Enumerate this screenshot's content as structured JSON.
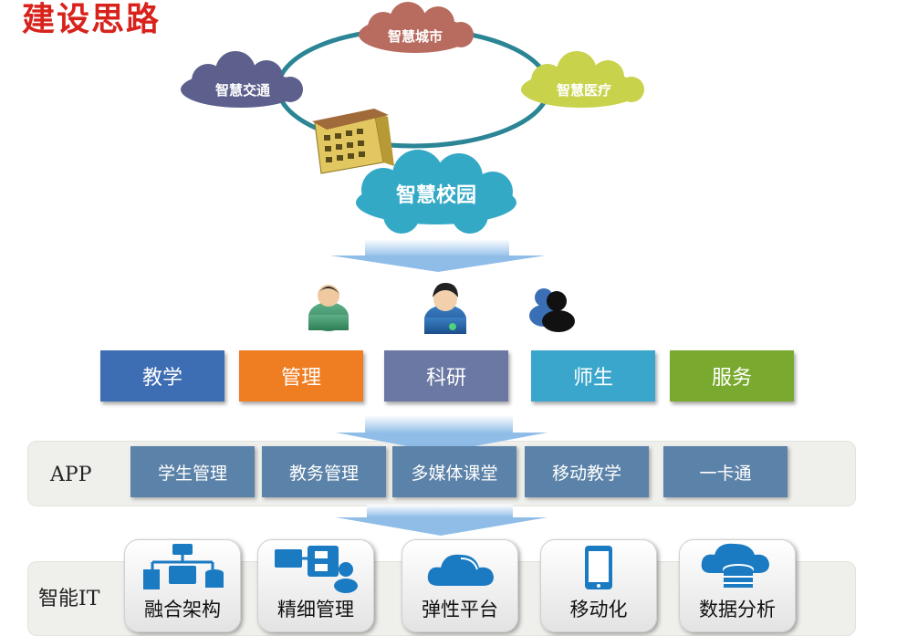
{
  "title": "建设思路",
  "clouds": {
    "city": "智慧城市",
    "traffic": "智慧交通",
    "medical": "智慧医疗",
    "campus": "智慧校园"
  },
  "categories": [
    {
      "label": "教学",
      "color": "#3d6db3"
    },
    {
      "label": "管理",
      "color": "#ef7d22"
    },
    {
      "label": "科研",
      "color": "#6a78a3"
    },
    {
      "label": "师生",
      "color": "#3ba6cc"
    },
    {
      "label": "服务",
      "color": "#79aa2f"
    }
  ],
  "app_row": {
    "label": "APP",
    "items": [
      "学生管理",
      "教务管理",
      "多媒体课堂",
      "移动教学",
      "一卡通"
    ]
  },
  "it_row": {
    "label": "智能IT",
    "items": [
      {
        "label": "融合架构",
        "icon": "network-architecture-icon"
      },
      {
        "label": "精细管理",
        "icon": "management-flow-icon"
      },
      {
        "label": "弹性平台",
        "icon": "cloud-icon"
      },
      {
        "label": "移动化",
        "icon": "mobile-phone-icon"
      },
      {
        "label": "数据分析",
        "icon": "cloud-database-icon"
      }
    ]
  },
  "colors": {
    "title": "#d8231c",
    "ring": "#2b8595",
    "arrow": "#8fbde8",
    "app_box": "#5b82a8",
    "icon_blue": "#1a7ac2"
  }
}
